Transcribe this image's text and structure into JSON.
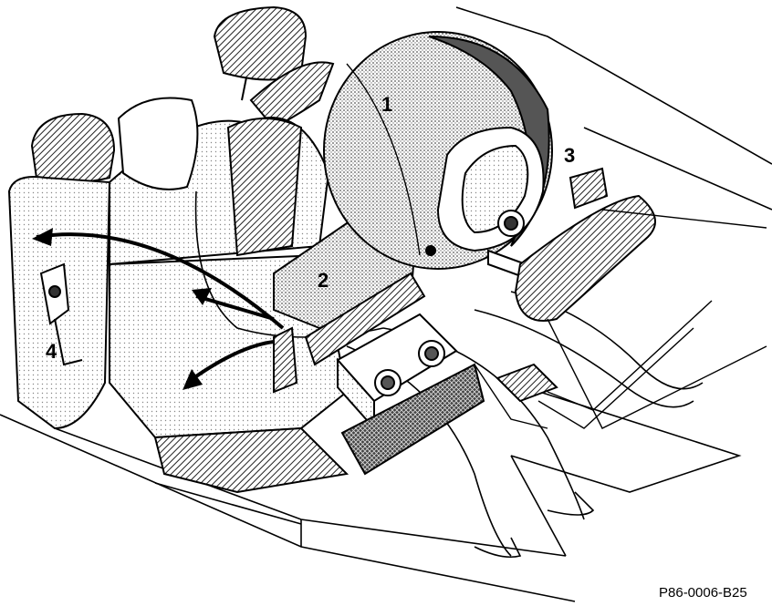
{
  "figure": {
    "callouts": {
      "steering_airbag": "1",
      "passenger_airbag": "2",
      "crash_sensor": "3",
      "belt_tensioner": "4"
    },
    "figure_id": "P86-0006-B25",
    "colors": {
      "line": "#000000",
      "stipple": "#8a8a8a",
      "background": "#ffffff"
    }
  }
}
